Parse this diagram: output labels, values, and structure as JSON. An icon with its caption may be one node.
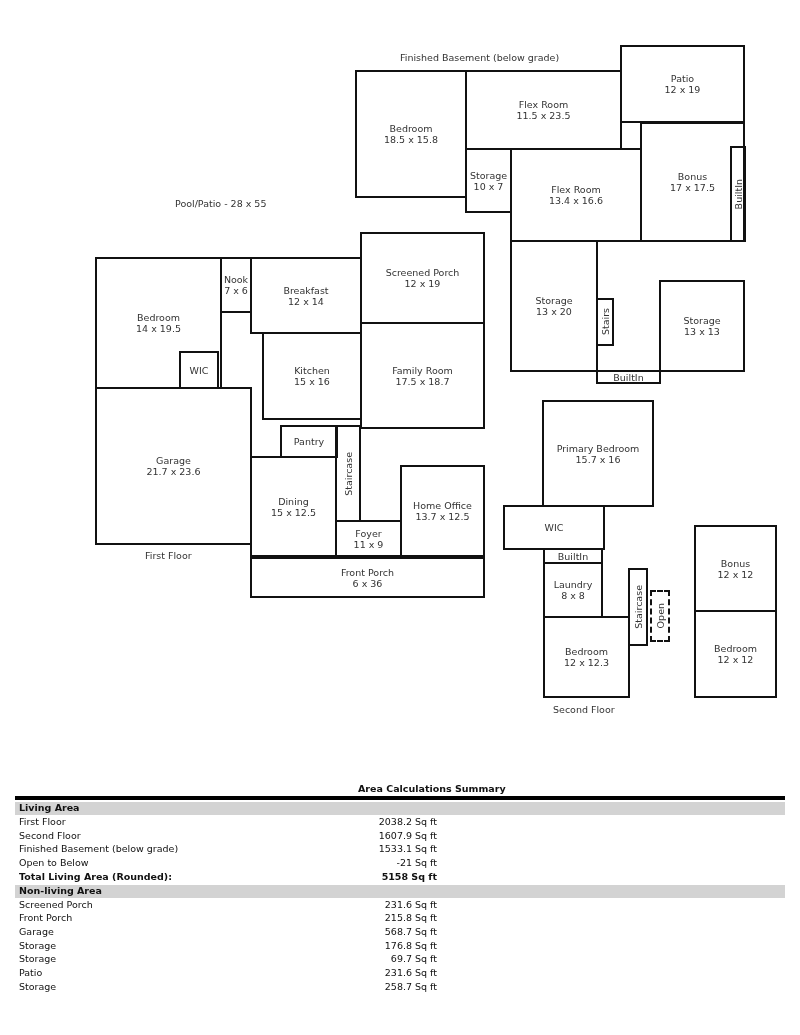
{
  "diagram": {
    "nodes": [
      {
        "text": [
          "Patio",
          "12 x 19"
        ]
      },
      {
        "text": [
          "Bedroom",
          "18.5 x 15.8"
        ]
      },
      {
        "text": [
          "Flex Room",
          "11.5 x 23.5"
        ]
      },
      {
        "text": [
          "Storage",
          "10 x 7"
        ]
      },
      {
        "text": [
          "Flex Room",
          "13.4 x 16.6"
        ]
      },
      {
        "text": [
          "Bonus",
          "17 x 17.5"
        ]
      },
      {
        "text": [
          "BuiltIn"
        ],
        "in": 5
      },
      {
        "text": [
          "Storage",
          "13 x 20"
        ]
      },
      {
        "text": [
          "Stairs"
        ]
      },
      {
        "text": [
          "Storage",
          "13 x 13"
        ]
      },
      {
        "text": [
          "BuiltIn"
        ]
      },
      {
        "text": [
          "Bedroom",
          "14 x 19.5"
        ]
      },
      {
        "text": [
          "Nook",
          "7 x 6"
        ]
      },
      {
        "text": [
          "Breakfast",
          "12 x 14"
        ]
      },
      {
        "text": [
          "Screened Porch",
          "12 x 19"
        ]
      },
      {
        "text": [
          "WIC"
        ],
        "in": 11
      },
      {
        "text": [
          "Kitchen",
          "15 x 16"
        ]
      },
      {
        "text": [
          "Family Room",
          "17.5 x 18.7"
        ]
      },
      {
        "text": [
          "Garage",
          "21.7 x 23.6"
        ]
      },
      {
        "text": [
          "Pantry"
        ]
      },
      {
        "text": [
          "Staircase"
        ]
      },
      {
        "text": [
          "Dining",
          "15 x 12.5"
        ]
      },
      {
        "text": [
          "Home Office",
          "13.7 x 12.5"
        ]
      },
      {
        "text": [
          "Foyer",
          "11 x 9"
        ]
      },
      {
        "text": [
          "Front Porch",
          "6 x 36"
        ]
      },
      {
        "text": [
          "Primary Bedroom",
          "15.7 x 16"
        ]
      },
      {
        "text": [
          "WIC"
        ]
      },
      {
        "text": [
          "BuiltIn"
        ]
      },
      {
        "text": [
          "Laundry",
          "8 x 8"
        ]
      },
      {
        "text": [
          "Bonus",
          "12 x 12"
        ]
      },
      {
        "text": [
          "Staircase"
        ]
      },
      {
        "text": [
          "Open"
        ]
      },
      {
        "text": [
          "Bedroom",
          "12 x 12.3"
        ]
      },
      {
        "text": [
          "Bedroom",
          "12 x 12"
        ]
      }
    ],
    "labels": [
      "Finished Basement (below grade)",
      "Pool/Patio - 28 x 55",
      "First Floor",
      "Second Floor",
      "Area Calculations Summary",
      "Living Area",
      "First Floor",
      "2038.2 Sq ft",
      "Second Floor",
      "1607.9 Sq ft",
      "Finished Basement (below grade)",
      "1533.1 Sq ft",
      "Open to Below",
      "-21 Sq ft",
      "Total Living Area (Rounded):",
      "5158 Sq ft",
      "Non-living Area",
      "Screened Porch",
      "231.6 Sq ft",
      "Front Porch",
      "215.8 Sq ft",
      "Garage",
      "568.7 Sq ft",
      "Storage",
      "176.8 Sq ft",
      "Storage",
      "69.7 Sq ft",
      "Patio",
      "231.6 Sq ft",
      "Storage",
      "258.7 Sq ft"
    ]
  }
}
